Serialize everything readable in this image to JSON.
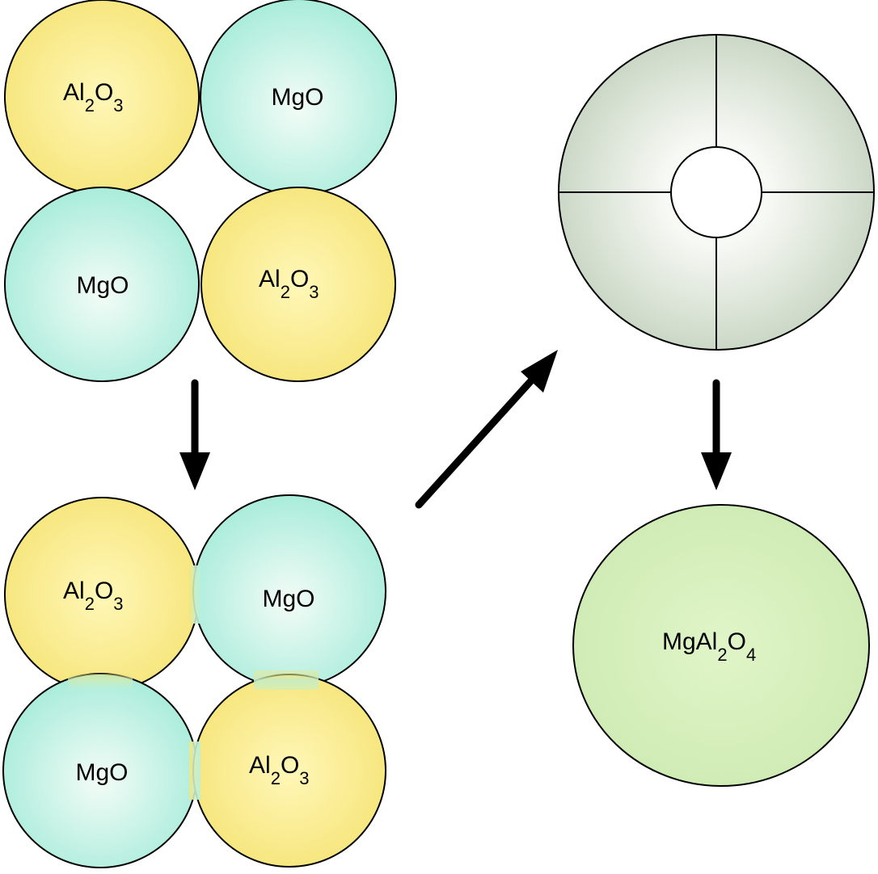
{
  "labels": {
    "p1": {
      "base": "Al",
      "sub1": "2",
      "mid": "O",
      "sub2": "3"
    },
    "p2": {
      "text": "MgO"
    },
    "p3": {
      "text": "MgO"
    },
    "p4": {
      "base": "Al",
      "sub1": "2",
      "mid": "O",
      "sub2": "3"
    },
    "p5": {
      "base": "Al",
      "sub1": "2",
      "mid": "O",
      "sub2": "3"
    },
    "p6": {
      "text": "MgO"
    },
    "p7": {
      "text": "MgO"
    },
    "p8": {
      "base": "Al",
      "sub1": "2",
      "mid": "O",
      "sub2": "3"
    },
    "product": {
      "base": "MgAl",
      "sub1": "2",
      "mid": "O",
      "sub2": "4"
    }
  },
  "colors": {
    "al2o3": "#f9ec8c",
    "mgo": "#b5f0df",
    "spinel": "#d4efb8",
    "ring": "#c9d8c4"
  }
}
